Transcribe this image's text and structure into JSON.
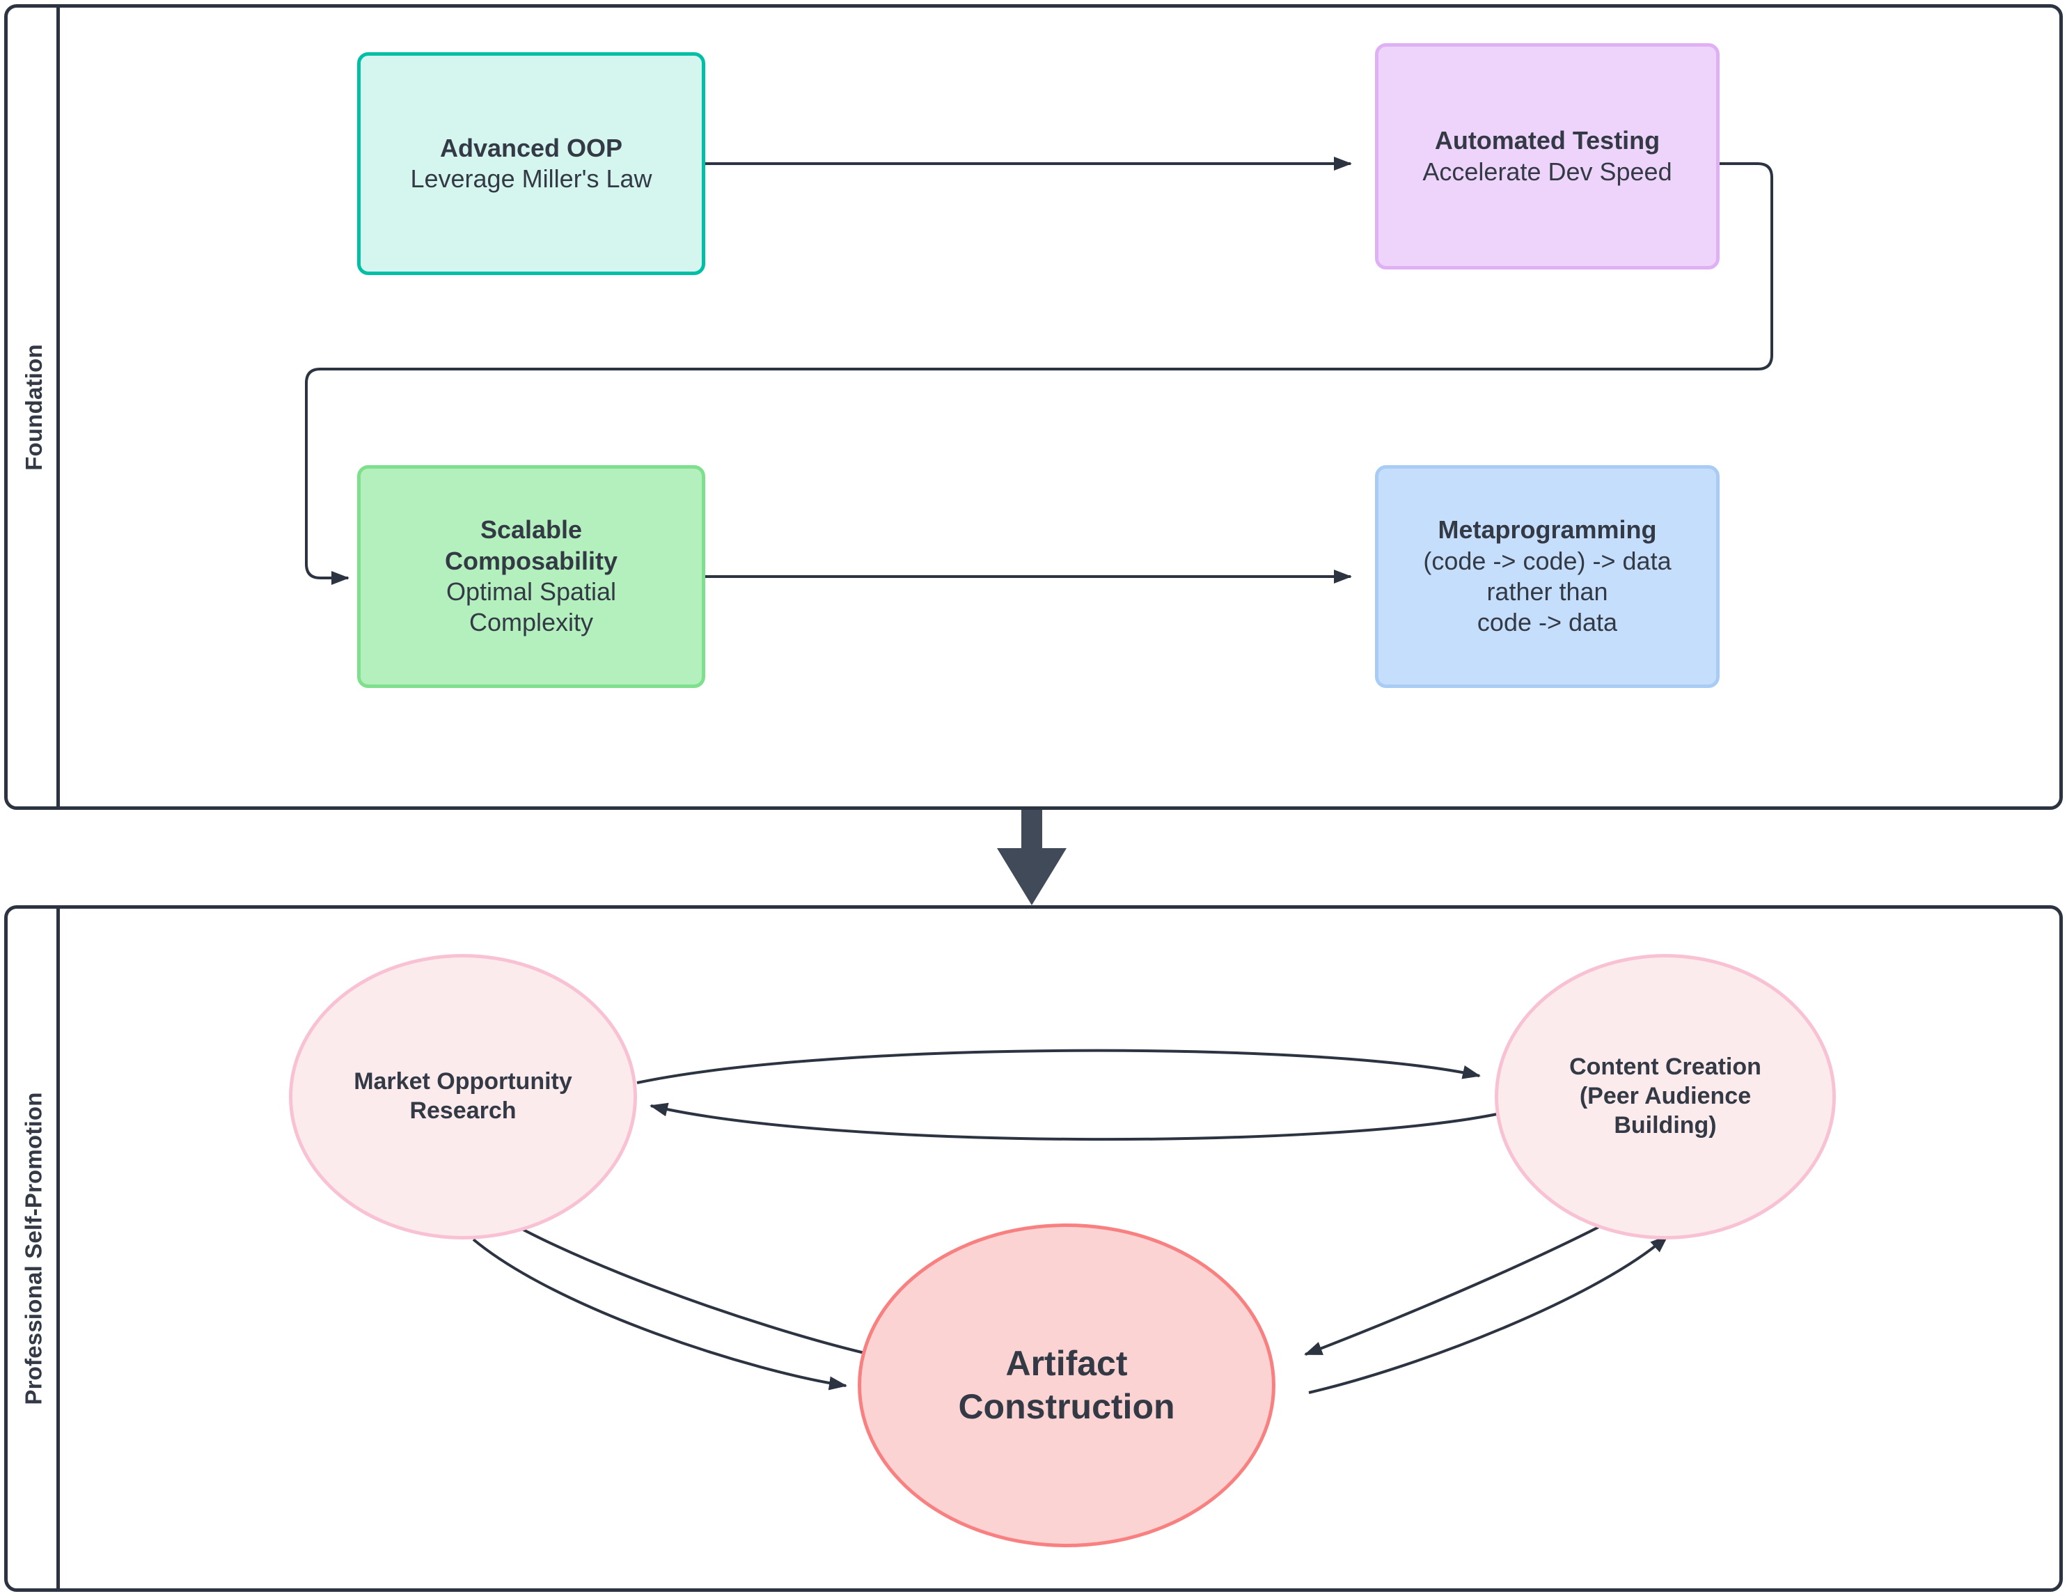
{
  "diagram": {
    "type": "flowchart",
    "background": "#ffffff",
    "text_color": "#333a45",
    "edge_color": "#2d3441"
  },
  "subgraphs": [
    {
      "id": "foundation",
      "label": "Foundation",
      "border_color": "#2d3441"
    },
    {
      "id": "professional-self-promotion",
      "label": "Professional Self-Promotion",
      "border_color": "#2d3441"
    }
  ],
  "nodes": {
    "advanced_oop": {
      "title": "Advanced OOP",
      "subtitle": "Leverage Miller's Law",
      "fill": "#d5f6ef",
      "stroke": "#00bfa5",
      "shape": "rounded-rect"
    },
    "automated_testing": {
      "title": "Automated Testing",
      "subtitle": "Accelerate Dev Speed",
      "fill": "#eed4fb",
      "stroke": "#e0b0f5",
      "shape": "rounded-rect"
    },
    "scalable_composability": {
      "title": "Scalable\nComposability",
      "title_line1": "Scalable",
      "title_line2": "Composability",
      "subtitle_line1": "Optimal Spatial",
      "subtitle_line2": "Complexity",
      "fill": "#b4f0bd",
      "stroke": "#7ee08d",
      "shape": "rounded-rect"
    },
    "metaprogramming": {
      "title": "Metaprogramming",
      "subtitle_line1": "(code -> code) -> data",
      "subtitle_line2": "rather than",
      "subtitle_line3": "code -> data",
      "fill": "#c5defb",
      "stroke": "#a9ccf5",
      "shape": "rounded-rect"
    },
    "market_research": {
      "title_line1": "Market Opportunity",
      "title_line2": "Research",
      "fill": "#fcebec",
      "stroke": "#f9c2d4",
      "shape": "ellipse"
    },
    "content_creation": {
      "title_line1": "Content Creation",
      "title_line2": "(Peer Audience",
      "title_line3": "Building)",
      "fill": "#fcebec",
      "stroke": "#f9c2d4",
      "shape": "ellipse"
    },
    "artifact_construction": {
      "title_line1": "Artifact",
      "title_line2": "Construction",
      "fill": "#fcd3d3",
      "stroke": "#f98080",
      "shape": "ellipse"
    }
  },
  "edges": [
    {
      "from": "advanced_oop",
      "to": "automated_testing",
      "style": "orthogonal-arrow"
    },
    {
      "from": "automated_testing",
      "to": "scalable_composability",
      "style": "orthogonal-arrow"
    },
    {
      "from": "scalable_composability",
      "to": "metaprogramming",
      "style": "orthogonal-arrow"
    },
    {
      "from": "foundation",
      "to": "professional-self-promotion",
      "style": "thick-arrow"
    },
    {
      "from": "market_research",
      "to": "content_creation",
      "style": "curved-arrow"
    },
    {
      "from": "content_creation",
      "to": "market_research",
      "style": "curved-arrow"
    },
    {
      "from": "market_research",
      "to": "artifact_construction",
      "style": "curved-arrow"
    },
    {
      "from": "artifact_construction",
      "to": "market_research",
      "style": "curved-arrow"
    },
    {
      "from": "artifact_construction",
      "to": "content_creation",
      "style": "curved-arrow"
    },
    {
      "from": "content_creation",
      "to": "artifact_construction",
      "style": "curved-arrow"
    }
  ]
}
